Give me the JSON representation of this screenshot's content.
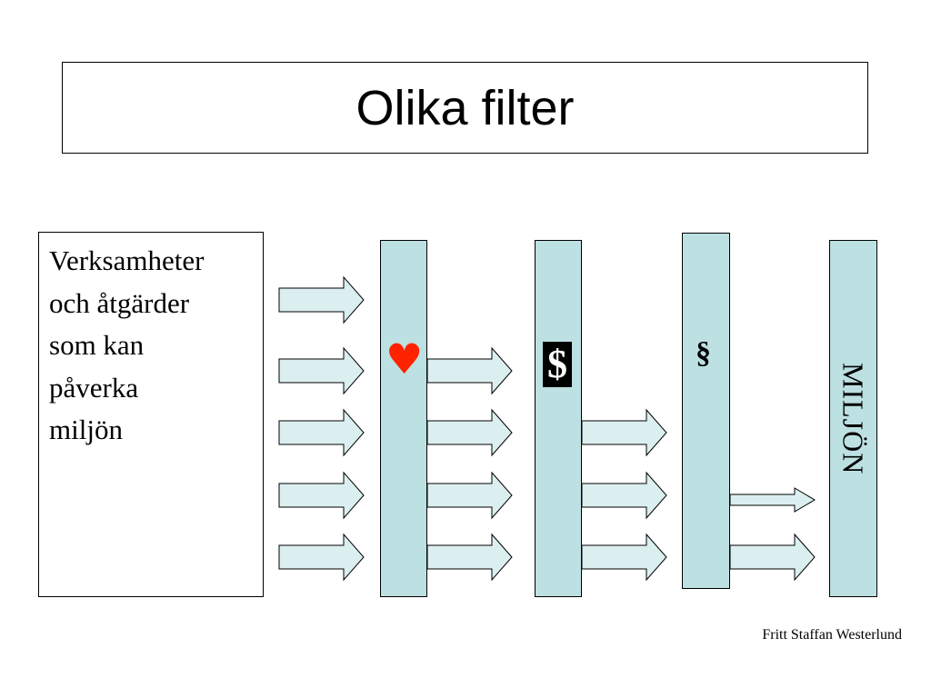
{
  "slide": {
    "title": "Olika filter",
    "box_lines": [
      "Verksamheter",
      "och åtgärder",
      "som kan",
      "påverka",
      "miljön"
    ],
    "filters": {
      "heart_symbol": "♥",
      "money_symbol": "$",
      "law_symbol": "§",
      "target_label": "MILJÖN"
    },
    "footer": "Fritt Staffan Westerlund"
  },
  "colors": {
    "filter_fill": "#bde0e2",
    "arrow_fill": "#dceff0",
    "heart": "#ff2200"
  }
}
